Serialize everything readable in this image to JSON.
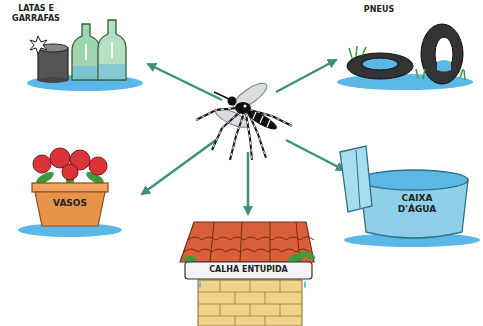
{
  "diagram": {
    "labels": [
      "LATAS E GARRAFAS",
      "PNEUS",
      "VASOS",
      "CAIXA D'ÁGUA",
      "CALHA ENTUPIDA"
    ]
  }
}
